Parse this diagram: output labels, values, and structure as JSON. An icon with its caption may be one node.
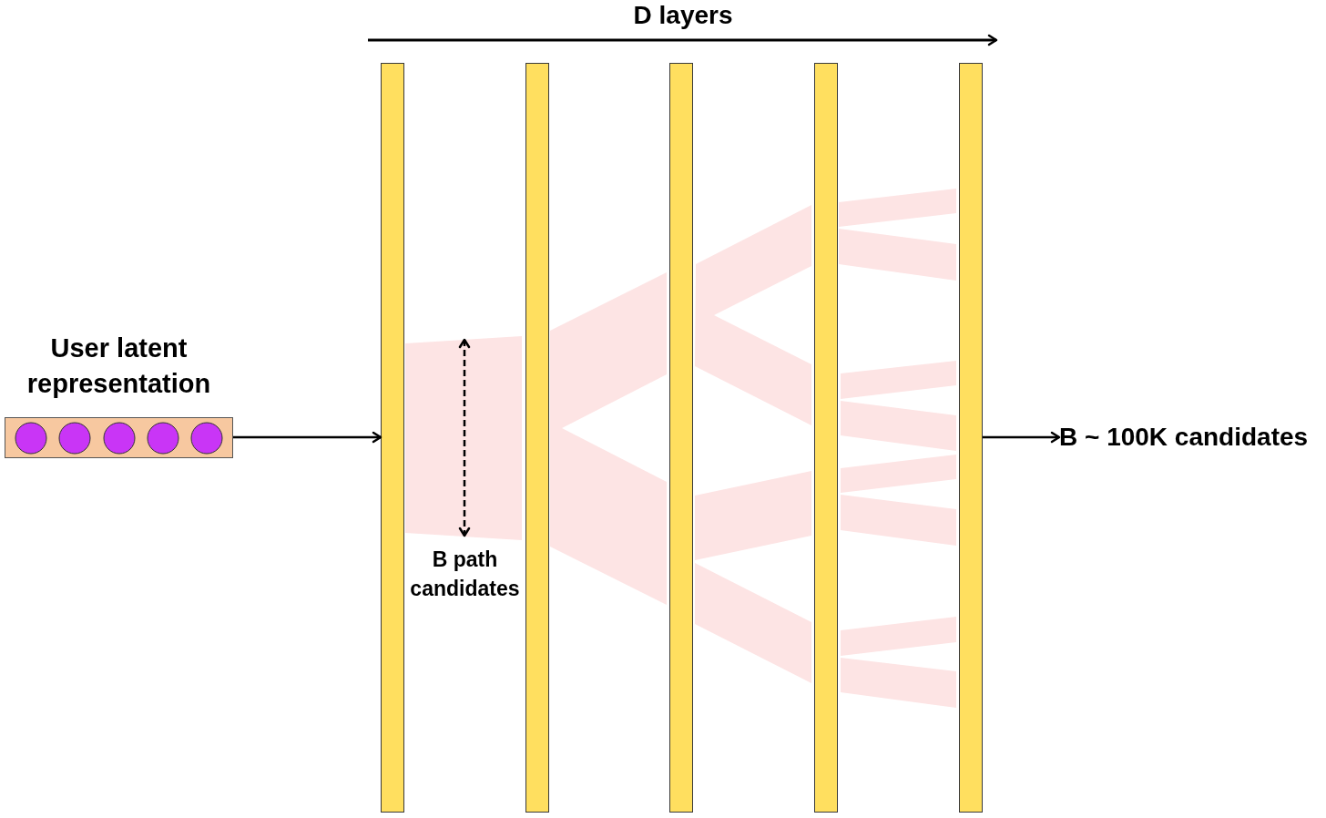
{
  "diagram": {
    "nodes": [
      {
        "text": [
          "User latent representation"
        ]
      },
      {
        "text": [],
        "shape": "bar"
      },
      {
        "text": [],
        "shape": "bar"
      },
      {
        "text": [],
        "shape": "bar"
      },
      {
        "text": [],
        "shape": "bar"
      },
      {
        "text": [],
        "shape": "bar"
      },
      {
        "text": [
          "B ~ 100K candidates"
        ]
      }
    ],
    "edges": [
      {
        "from": 0,
        "to": 1,
        "arrow": "to"
      },
      {
        "from": 5,
        "to": 6,
        "arrow": "to"
      }
    ],
    "labels": [
      "D layers",
      "B path candidates"
    ]
  }
}
